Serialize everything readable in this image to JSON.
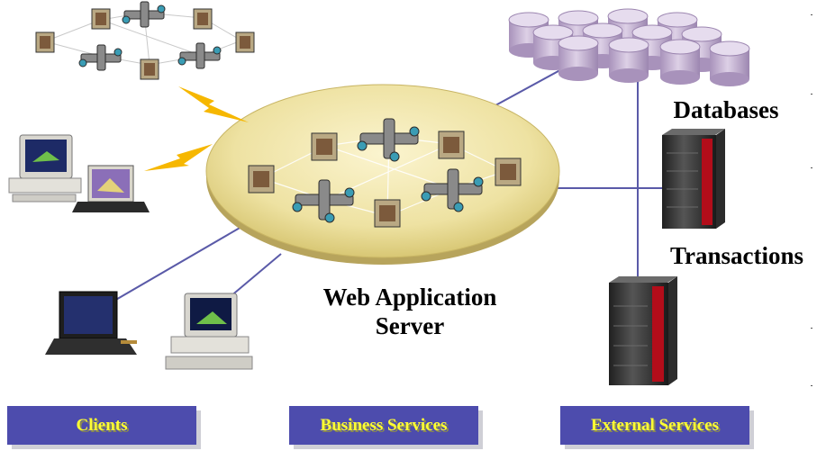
{
  "labels": {
    "web_app_server": [
      "Web Application",
      "Server"
    ],
    "databases": "Databases",
    "transactions": "Transactions"
  },
  "tiers": [
    "Clients",
    "Business Services",
    "External Services"
  ],
  "colors": {
    "ellipse": "#eee4a8",
    "tier_bg": "#4d4cad",
    "tier_text": "#ffff33",
    "line": "#5a5aa8",
    "cylinder": "#c9b6d6",
    "lightning": "#f6b700"
  }
}
